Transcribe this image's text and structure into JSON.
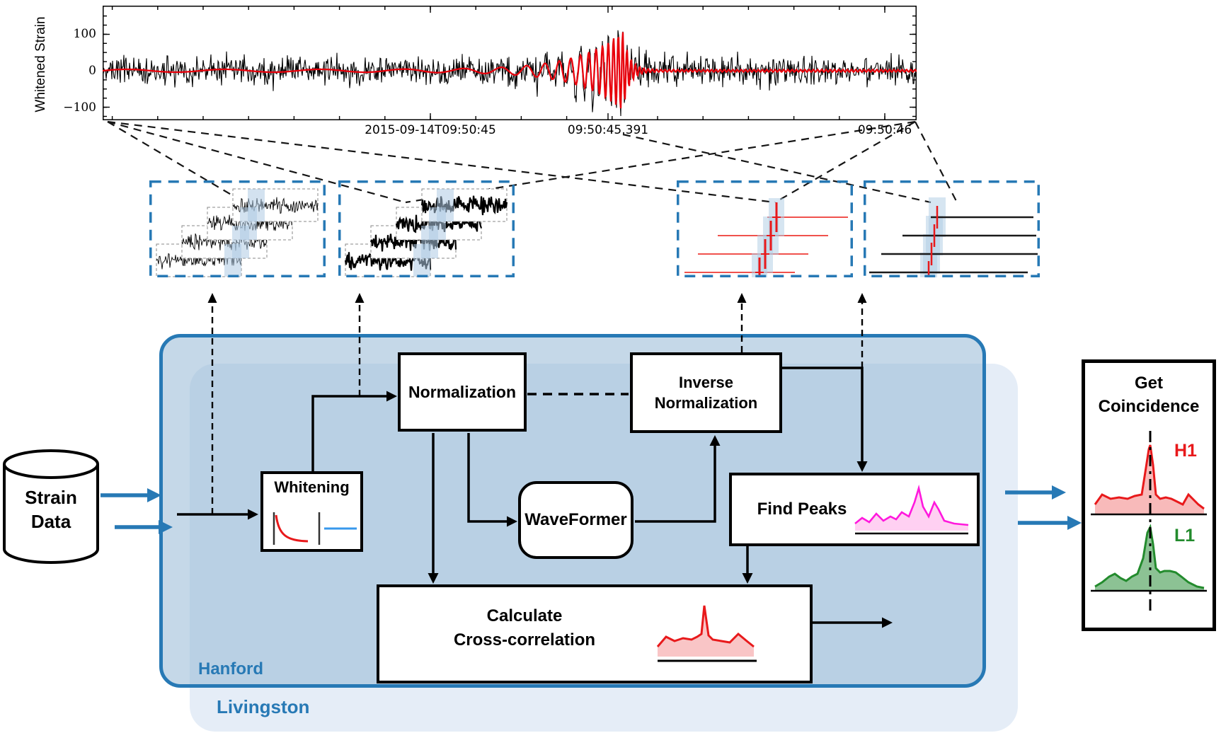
{
  "strain_plot": {
    "ylabel": "Whitened Strain",
    "ytick_labels": [
      "100",
      "0",
      "−100"
    ],
    "xtick_labels": [
      "2015-09-14T09:50:45",
      "09:50:45.391",
      "09:50:46"
    ]
  },
  "nodes": {
    "strain_data_line1": "Strain",
    "strain_data_line2": "Data",
    "whitening": "Whitening",
    "normalization": "Normalization",
    "inverse_line1": "Inverse",
    "inverse_line2": "Normalization",
    "waveformer": "WaveFormer",
    "find_peaks": "Find Peaks",
    "calc_line1": "Calculate",
    "calc_line2": "Cross-correlation"
  },
  "regions": {
    "hanford": "Hanford",
    "livingston": "Livingston"
  },
  "coincidence": {
    "title_line1": "Get",
    "title_line2": "Coincidence",
    "h1_label": "H1",
    "l1_label": "L1"
  },
  "colors": {
    "accent_blue": "#2779b5",
    "hanford_fill": "#c6d9e9",
    "livingston_fill": "#e5edf7",
    "signal_red": "#e8191b",
    "template_red": "#e8000b",
    "magenta": "#ff18dd",
    "green": "#238b2d",
    "h1_red": "#e8191b",
    "black": "#000000"
  },
  "chart_data": {
    "type": "line",
    "title": "",
    "xlabel": "",
    "ylabel": "Whitened Strain",
    "yticks": [
      100,
      0,
      -100
    ],
    "ylim": [
      -160,
      175
    ],
    "xtick_labels": [
      "2015-09-14T09:50:45",
      "09:50:45.391",
      "09:50:46"
    ],
    "x_span_seconds": 1.79,
    "event_tick_label": "09:50:45.391",
    "grid": false,
    "legend": false,
    "series": [
      {
        "name": "whitened strain",
        "color": "#000000",
        "style": "high-frequency noise, chirp burst at 09:50:45.42"
      },
      {
        "name": "chirp template",
        "color": "#e8000b",
        "style": "near-flat line with growing oscillation peaking at event time"
      }
    ]
  }
}
